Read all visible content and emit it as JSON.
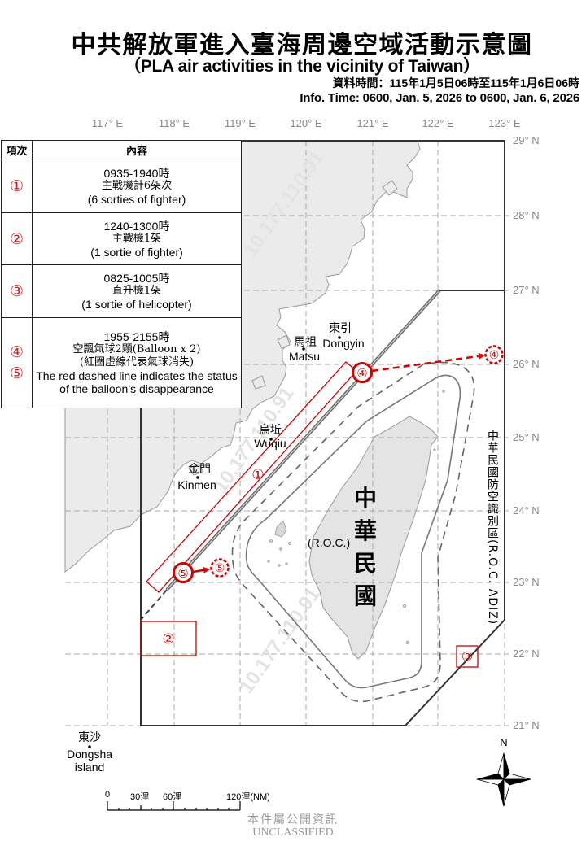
{
  "title": {
    "zh": "中共解放軍進入臺海周邊空域活動示意圖",
    "en": "（PLA air activities in the vicinity of Taiwan）",
    "info_zh": "資料時間：115年1月5日06時至115年1月6日06時",
    "info_en": "Info. Time: 0600, Jan. 5, 2026 to 0600, Jan. 6, 2026"
  },
  "table": {
    "headers": {
      "item": "項次",
      "content": "內容"
    },
    "rows": [
      {
        "item": [
          "①"
        ],
        "time": "0935-1940時",
        "zh": "主戰機計6架次",
        "en": "(6 sorties of fighter)"
      },
      {
        "item": [
          "②"
        ],
        "time": "1240-1300時",
        "zh": "主戰機1架",
        "en": "(1 sortie of fighter)"
      },
      {
        "item": [
          "③"
        ],
        "time": "0825-1005時",
        "zh": "直升機1架",
        "en": "(1 sortie of helicopter)"
      },
      {
        "item": [
          "④",
          "⑤"
        ],
        "time": "1955-2155時",
        "zh": "空飄氣球2顆(Balloon x 2)",
        "zh_note": "(紅圈虛線代表氣球消失)",
        "en": "The red dashed line indicates the status of the balloon’s disappearance"
      }
    ]
  },
  "map": {
    "longitude_labels": [
      "117° E",
      "118° E",
      "119° E",
      "120° E",
      "121° E",
      "122° E",
      "123° E"
    ],
    "latitude_labels": [
      "29° N",
      "28° N",
      "27° N",
      "26° N",
      "25° N",
      "24° N",
      "23° N",
      "22° N",
      "21° N"
    ],
    "places": {
      "dongyin": {
        "zh": "東引",
        "en": "Dongyin"
      },
      "matsu": {
        "zh": "馬祖",
        "en": "Matsu"
      },
      "wuqiu": {
        "zh": "烏坵",
        "en": "Wuqiu"
      },
      "kinmen": {
        "zh": "金門",
        "en": "Kinmen"
      },
      "dongsha": {
        "zh": "東沙",
        "en_line1": "Dongsha",
        "en_line2": "island"
      }
    },
    "roc": {
      "zh": "中華民國",
      "en": "(R.O.C.)"
    },
    "adiz_label": "中華民國防空識別區(R.O.C. ADIZ)",
    "markers": {
      "zone1": "①",
      "zone2": "②",
      "zone3": "③",
      "balloon4_start": "④",
      "balloon4_end": "④",
      "balloon5_start": "⑤",
      "balloon5_end": "⑤"
    },
    "colors": {
      "activity_red": "#cc0000",
      "adiz_line": "#333333",
      "land": "#ebebeb",
      "grid": "#aaaaaa"
    },
    "scale_bar": {
      "labels": [
        "0",
        "30浬",
        "60浬",
        "120浬(NM)"
      ]
    },
    "compass": {
      "north_label": "N"
    }
  },
  "classification": {
    "zh": "本件屬公開資訊",
    "en": "UNCLASSIFIED"
  },
  "watermark": "10.177.110.91"
}
